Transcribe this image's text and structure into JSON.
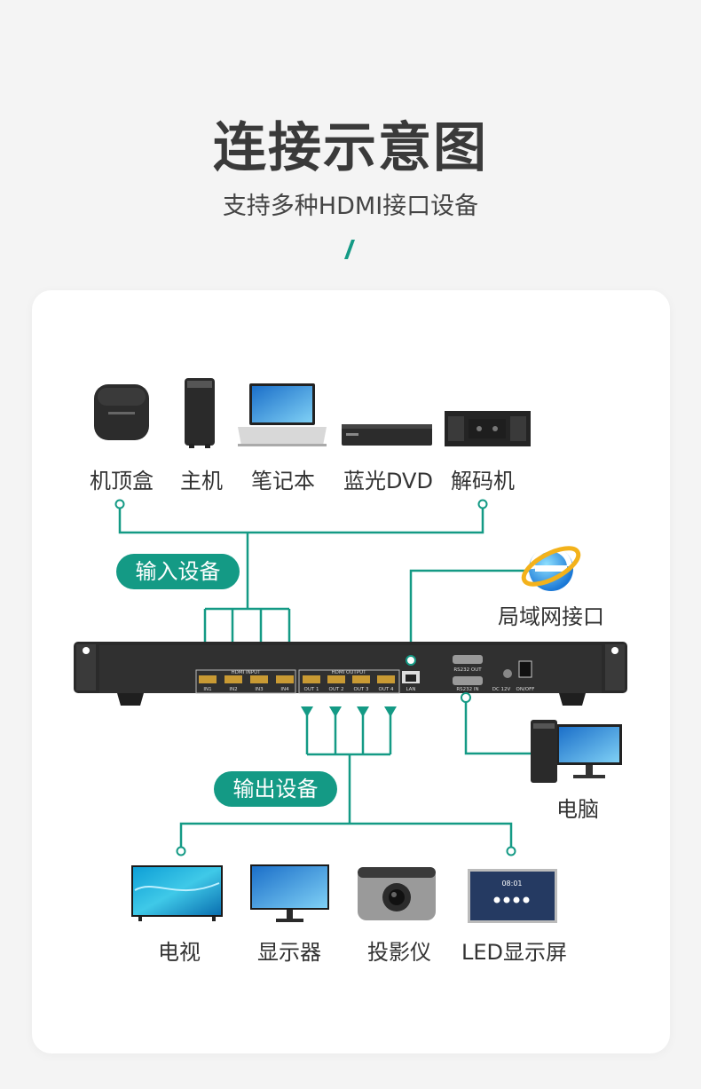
{
  "header": {
    "title": "连接示意图",
    "subtitle": "支持多种HDMI接口设备"
  },
  "colors": {
    "accent": "#149a85",
    "background": "#f4f4f4",
    "card": "#ffffff",
    "device_dark": "#2b2b2b"
  },
  "input_devices": [
    "机顶盒",
    "主机",
    "笔记本",
    "蓝光DVD",
    "解码机"
  ],
  "input_group_label": "输入设备",
  "lan": {
    "label": "局域网接口",
    "icon": "ie-browser-icon"
  },
  "switcher": {
    "hdmi_input_label": "HDMI INPUT",
    "hdmi_output_label": "HDMI OUTPUT",
    "inputs": [
      "IN1",
      "IN2",
      "IN3",
      "IN4"
    ],
    "outputs": [
      "OUT 1",
      "OUT 2",
      "OUT 3",
      "OUT 4"
    ],
    "lan_port": "LAN",
    "rs232_out": "RS232 OUT",
    "rs232_in": "RS232 IN",
    "power_in": "DC 12V",
    "power_switch": "ON/OFF"
  },
  "computer": {
    "label": "电脑"
  },
  "output_group_label": "输出设备",
  "output_devices": [
    "电视",
    "显示器",
    "投影仪",
    "LED显示屏"
  ],
  "screen_clock": "08:01"
}
